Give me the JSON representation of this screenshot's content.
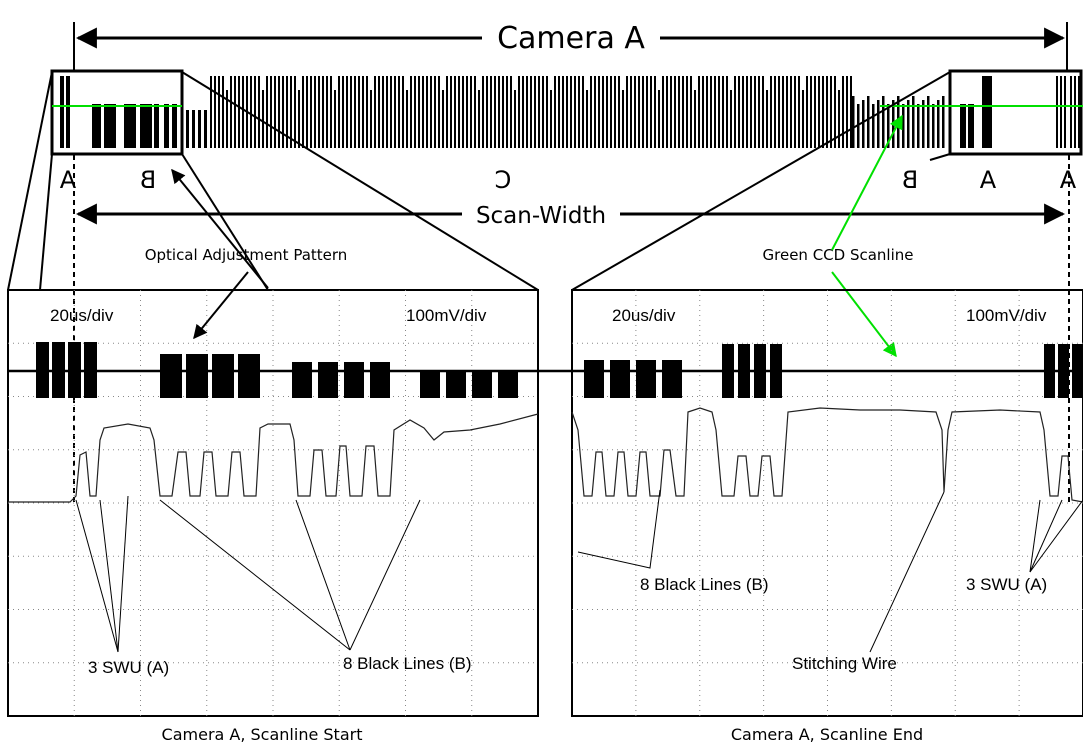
{
  "title": "Camera A",
  "scan_width_label": "Scan-Width",
  "zone_labels": {
    "left": [
      "A",
      "B"
    ],
    "center": "C",
    "right": [
      "B",
      "A",
      "A"
    ]
  },
  "annotations": {
    "optical_pattern": "Optical Adjustment Pattern",
    "green_scanline": "Green CCD Scanline"
  },
  "scopes": {
    "left": {
      "time_div": "20us/div",
      "volt_div": "100mV/div",
      "caption": "Camera A, Scanline Start",
      "labels": [
        "3 SWU (A)",
        "8 Black Lines (B)"
      ]
    },
    "right": {
      "time_div": "20us/div",
      "volt_div": "100mV/div",
      "caption": "Camera A, Scanline End",
      "labels": [
        "8 Black Lines (B)",
        "3 SWU (A)",
        "Stitching Wire"
      ]
    }
  },
  "colors": {
    "ink": "#000000",
    "green": "#00e000",
    "grid": "#888888"
  }
}
